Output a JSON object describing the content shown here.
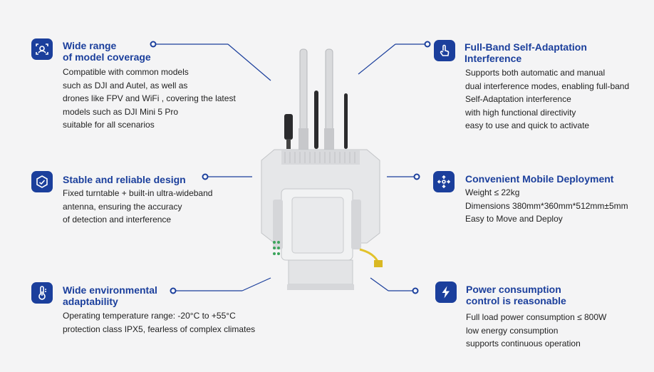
{
  "accent_color": "#1b3f9c",
  "features": {
    "model_coverage": {
      "icon": "scan-face-icon",
      "title_lines": [
        "Wide range",
        "of model coverage"
      ],
      "body_lines": [
        "Compatible with common models",
        "such as DJI and Autel, as well as",
        "drones like FPV and WiFi , covering the latest",
        "models such as DJI Mini 5 Pro",
        "suitable for all scenarios"
      ]
    },
    "self_adaptation": {
      "icon": "touch-hand-icon",
      "title_lines": [
        "Full-Band Self-Adaptation",
        "Interference"
      ],
      "body_lines": [
        "Supports both automatic and manual",
        "dual interference modes, enabling full-band",
        "Self-Adaptation interference",
        "with high functional directivity",
        "easy to use and quick to activate"
      ]
    },
    "stable_design": {
      "icon": "hexagon-shield-icon",
      "title_lines": [
        "Stable and reliable design"
      ],
      "body_lines": [
        "Fixed turntable + built-in ultra-wideband",
        "antenna, ensuring the accuracy",
        "of detection and interference"
      ]
    },
    "mobile_deployment": {
      "icon": "move-arrows-icon",
      "title_lines": [
        "Convenient Mobile Deployment"
      ],
      "body_lines": [
        "Weight ≤ 22kg",
        "Dimensions 380mm*360mm*512mm±5mm",
        "Easy to Move and Deploy"
      ]
    },
    "environmental": {
      "icon": "thermometer-icon",
      "title_lines": [
        "Wide environmental",
        "adaptability"
      ],
      "body_lines": [
        "Operating temperature range: -20°C to +55°C",
        "protection class IPX5, fearless of complex climates"
      ]
    },
    "power": {
      "icon": "lightning-bolt-icon",
      "title_lines": [
        "Power consumption",
        "control is reasonable"
      ],
      "body_lines": [
        "Full load power consumption ≤ 800W",
        "low energy consumption",
        "supports continuous operation"
      ]
    }
  }
}
